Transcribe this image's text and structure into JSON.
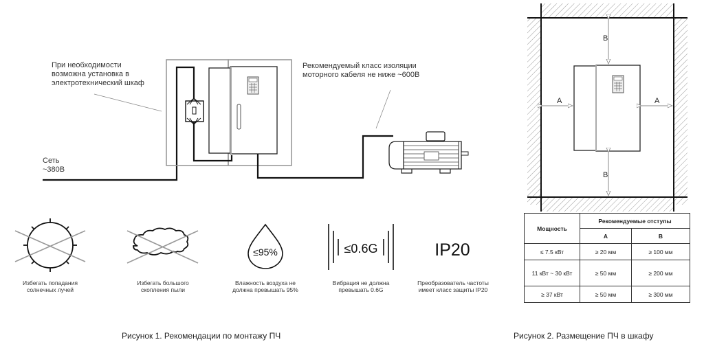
{
  "figure1": {
    "annotation_cabinet": "При необходимости\nвозможна установка в\nэлектротехнический шкаф",
    "annotation_cable": "Рекомендуемый класс изоляции\nмоторного кабеля не ниже ~600В",
    "mains_label": "Сеть\n~380В",
    "icons": [
      {
        "icon": "sun-crossed-icon",
        "caption": "Избегать попадания\nсолнечных лучей"
      },
      {
        "icon": "dust-cloud-crossed-icon",
        "caption": "Избегать большого\nскопления пыли"
      },
      {
        "icon": "humidity-drop-icon",
        "symbol": "≤95%",
        "caption": "Влажность воздуха не\nдолжна превышать 95%"
      },
      {
        "icon": "vibration-icon",
        "symbol": "≤0.6G",
        "caption": "Вибрация не должна\nпревышать 0.6G"
      },
      {
        "icon": "ip-rating-icon",
        "symbol": "IP20",
        "caption": "Преобразователь частоты\nимеет класс защиты IP20"
      }
    ],
    "caption": "Рисунок 1. Рекомендации по монтажу ПЧ"
  },
  "figure2": {
    "dim_labels": {
      "a": "A",
      "b": "B"
    },
    "table": {
      "header_power": "Мощность",
      "header_clearance": "Рекомендуемые отступы",
      "col_a": "A",
      "col_b": "B",
      "rows": [
        {
          "power": "≤ 7.5 кВт",
          "a": "≥ 20 мм",
          "b": "≥ 100 мм"
        },
        {
          "power": "11 кВт ~ 30 кВт",
          "a": "≥ 50 мм",
          "b": "≥ 200 мм"
        },
        {
          "power": "≥ 37 кВт",
          "a": "≥ 50 мм",
          "b": "≥ 300 мм"
        }
      ]
    },
    "caption": "Рисунок 2. Размещение ПЧ в шкафу"
  }
}
